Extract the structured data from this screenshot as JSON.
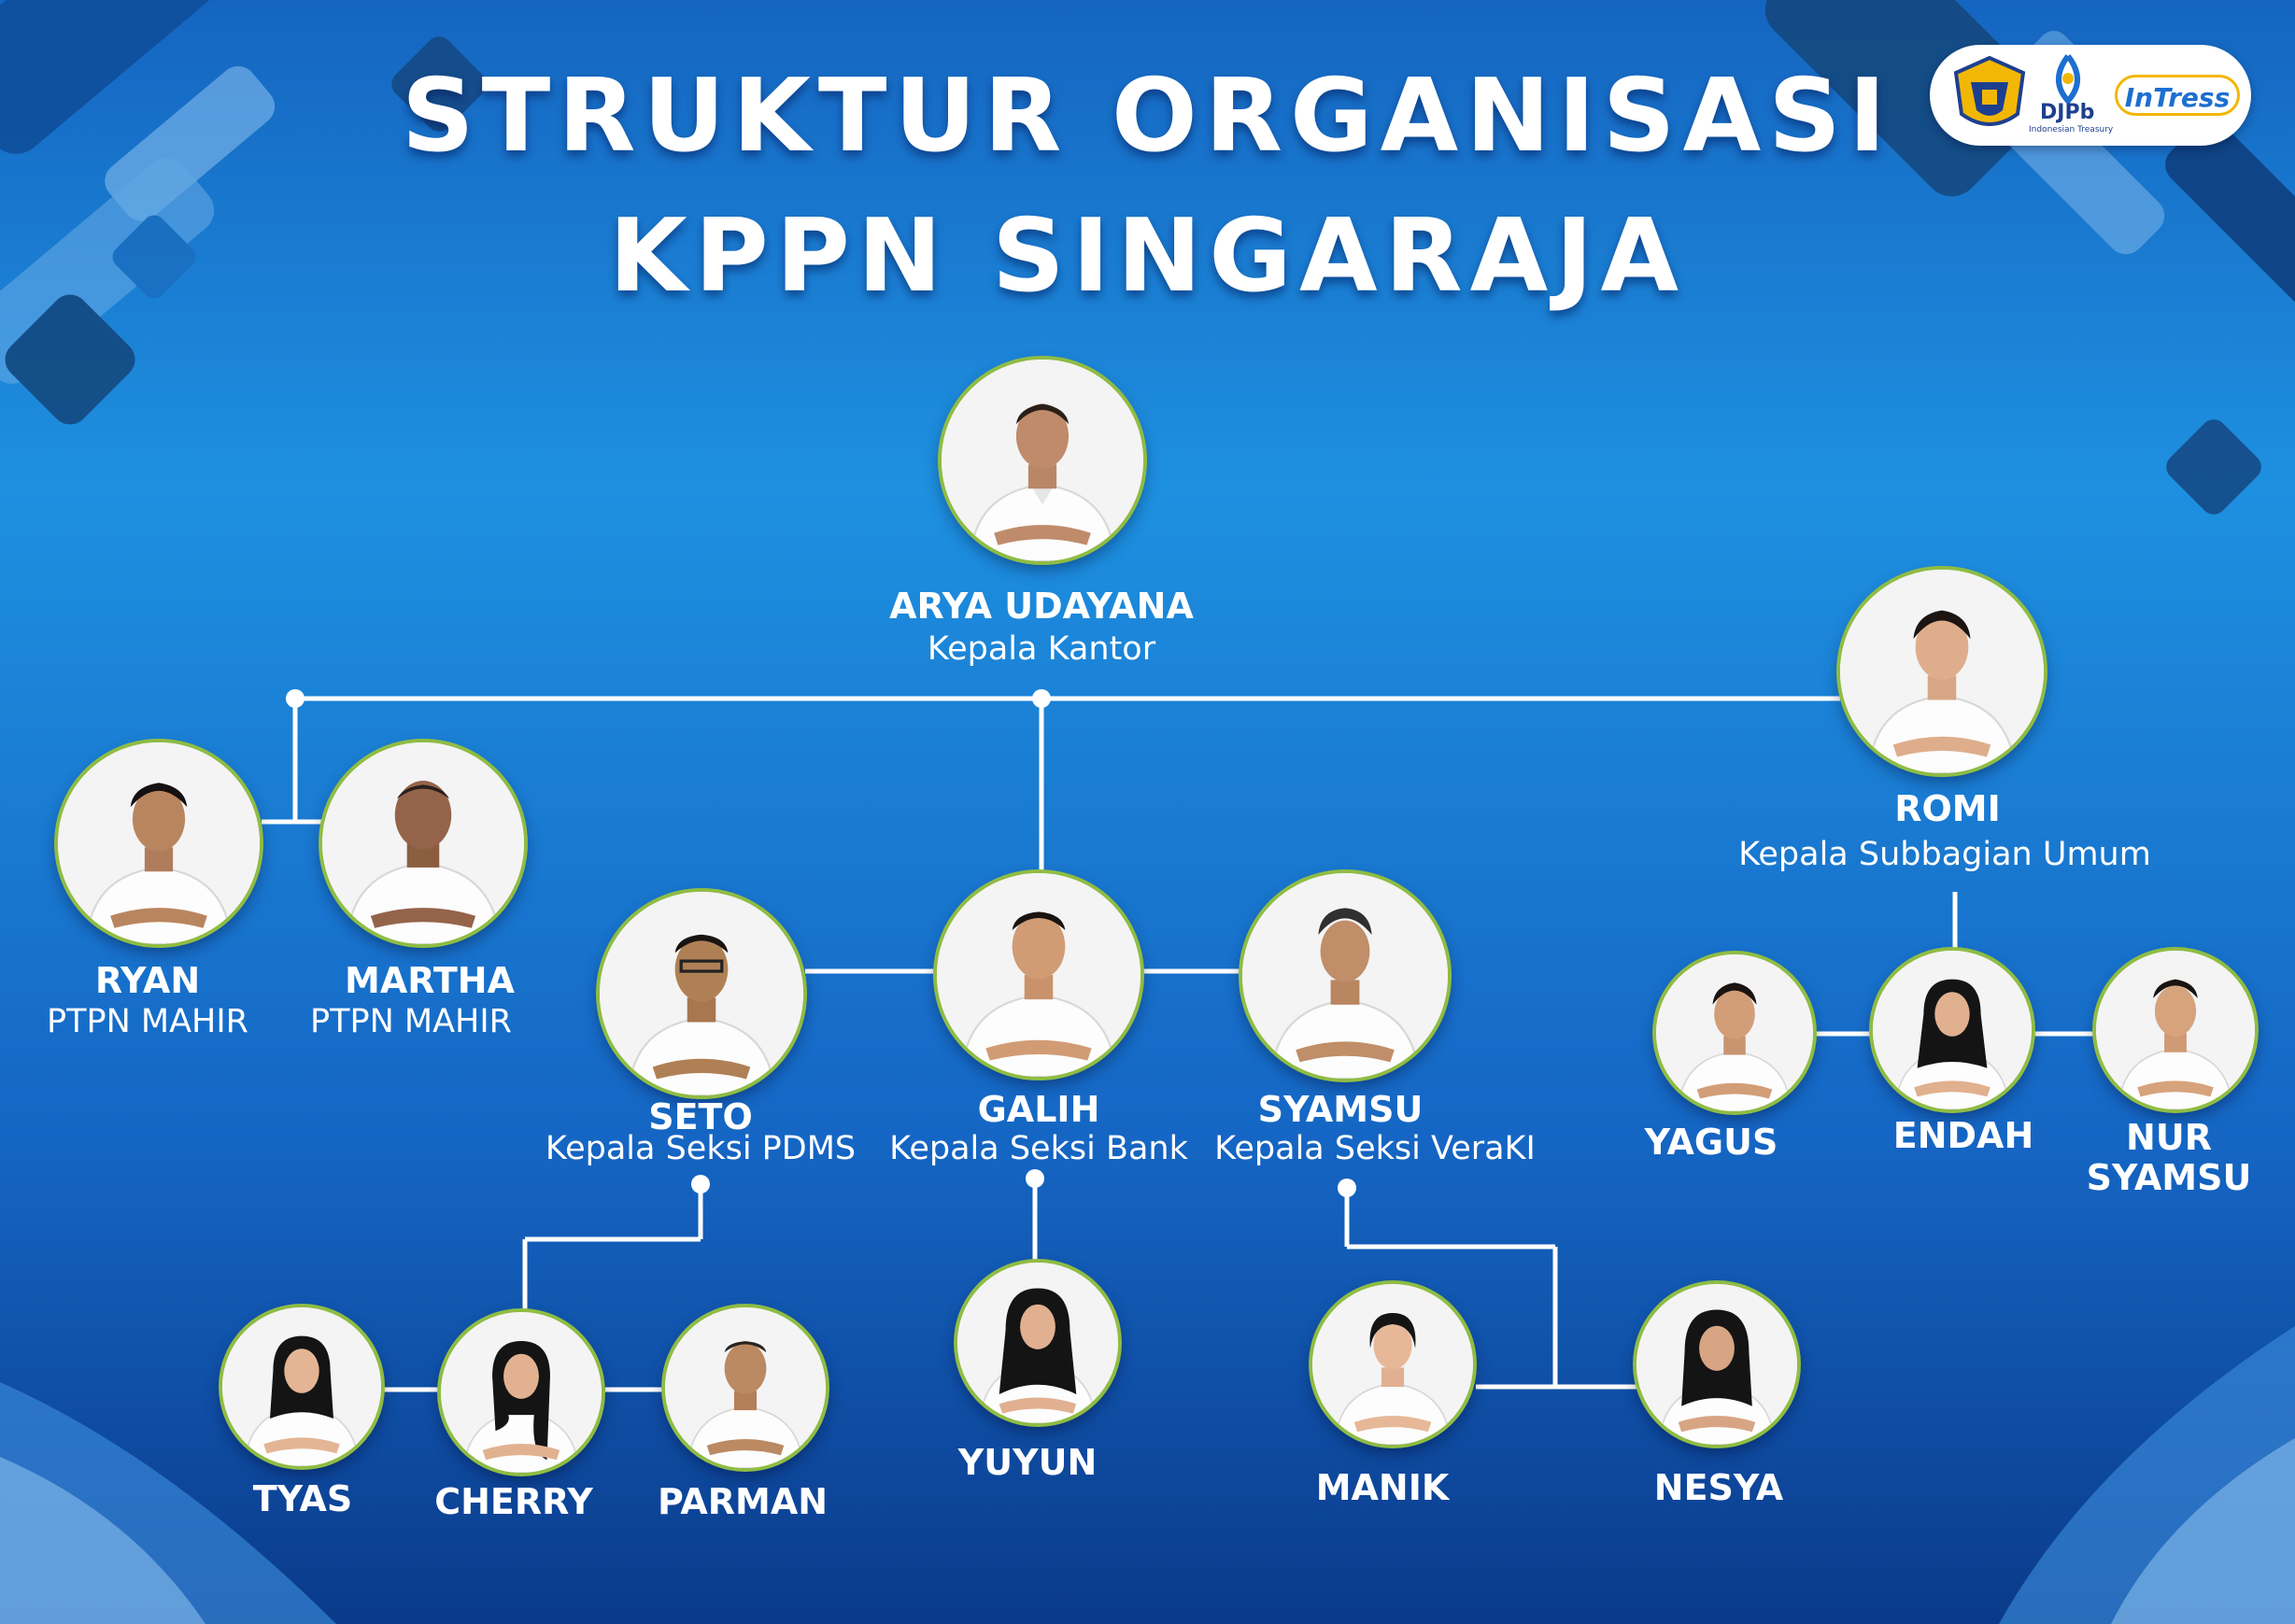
{
  "title": {
    "line1": "STRUKTUR ORGANISASI",
    "line2": "KPPN SINGARAJA"
  },
  "logos": {
    "djpb": "DJPb",
    "djpb_sub": "Indonesian Treasury",
    "intress": "InTress"
  },
  "colors": {
    "bg_top": "#1f86d6",
    "bg_mid": "#1a78cc",
    "bg_bottom": "#0b3c8f",
    "ring": "#8fbc44",
    "line": "#ffffff"
  },
  "people": {
    "arya": {
      "name": "ARYA UDAYANA",
      "role": "Kepala Kantor"
    },
    "romi": {
      "name": "ROMI",
      "role": "Kepala Subbagian Umum"
    },
    "ryan": {
      "name": "RYAN",
      "role": "PTPN MAHIR"
    },
    "martha": {
      "name": "MARTHA",
      "role": "PTPN MAHIR"
    },
    "seto": {
      "name": "SETO",
      "role": "Kepala Seksi PDMS"
    },
    "galih": {
      "name": "GALIH",
      "role": "Kepala Seksi Bank"
    },
    "syamsu": {
      "name": "SYAMSU",
      "role": "Kepala Seksi VeraKI"
    },
    "yagus": {
      "name": "YAGUS"
    },
    "endah": {
      "name": "ENDAH"
    },
    "nur": {
      "name1": "NUR",
      "name2": "SYAMSU"
    },
    "tyas": {
      "name": "TYAS"
    },
    "cherry": {
      "name": "CHERRY"
    },
    "parman": {
      "name": "PARMAN"
    },
    "yuyun": {
      "name": "YUYUN"
    },
    "manik": {
      "name": "MANIK"
    },
    "nesya": {
      "name": "NESYA"
    }
  }
}
